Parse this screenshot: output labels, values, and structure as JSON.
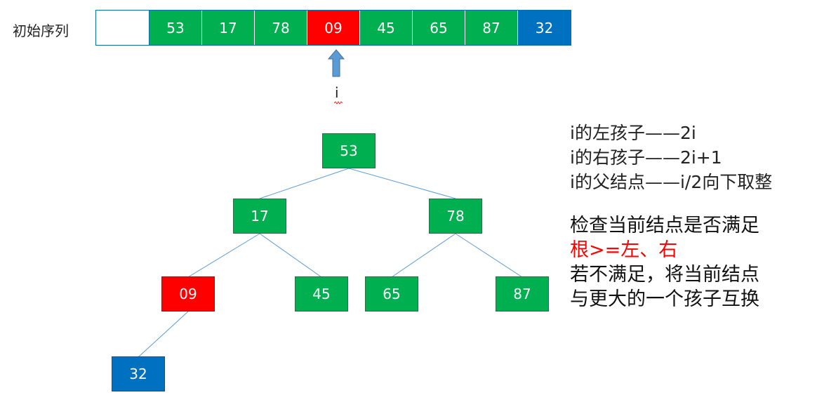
{
  "sequence": {
    "label": "初始序列",
    "cells": [
      {
        "text": "",
        "color": "#ffffff"
      },
      {
        "text": "53",
        "color": "#00b050"
      },
      {
        "text": "17",
        "color": "#00b050"
      },
      {
        "text": "78",
        "color": "#00b050"
      },
      {
        "text": "09",
        "color": "#ff0000"
      },
      {
        "text": "45",
        "color": "#00b050"
      },
      {
        "text": "65",
        "color": "#00b050"
      },
      {
        "text": "87",
        "color": "#00b050"
      },
      {
        "text": "32",
        "color": "#0070c0"
      }
    ]
  },
  "pointer": {
    "label": "i",
    "color": "#5b9bd5"
  },
  "tree": {
    "nodes": [
      {
        "id": "n53",
        "text": "53",
        "color": "#00b050"
      },
      {
        "id": "n17",
        "text": "17",
        "color": "#00b050"
      },
      {
        "id": "n78",
        "text": "78",
        "color": "#00b050"
      },
      {
        "id": "n09",
        "text": "09",
        "color": "#ff0000"
      },
      {
        "id": "n45",
        "text": "45",
        "color": "#00b050"
      },
      {
        "id": "n65",
        "text": "65",
        "color": "#00b050"
      },
      {
        "id": "n87",
        "text": "87",
        "color": "#00b050"
      },
      {
        "id": "n32",
        "text": "32",
        "color": "#0070c0"
      }
    ],
    "edge_color": "#5b9bd5"
  },
  "info": {
    "left_child": "i的左孩子——2i",
    "right_child": "i的右孩子——2i+1",
    "parent": "i的父结点——i/2向下取整"
  },
  "rule": {
    "line1": "检查当前结点是否满足",
    "line2": "根>=左、右",
    "line3": "若不满足，将当前结点",
    "line4": "与更大的一个孩子互换",
    "highlight_color": "#ff0000"
  }
}
